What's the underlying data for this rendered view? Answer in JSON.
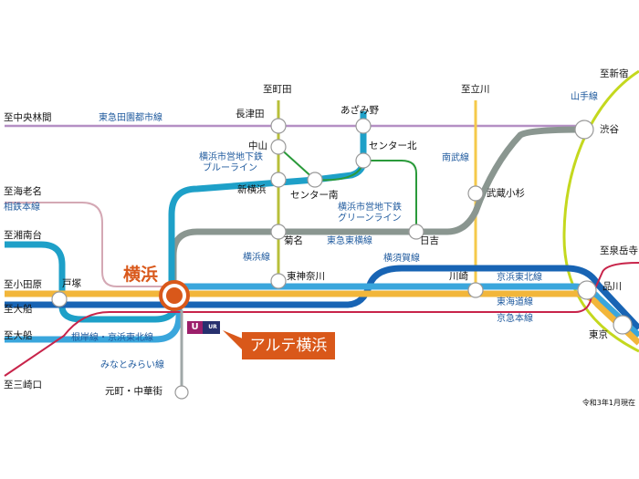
{
  "map": {
    "hub_station": "横浜",
    "destination_callout": "アルテ横浜",
    "as_of_note": "令和3年1月現在",
    "logo_mark": "U",
    "logo_text": "UR",
    "colors": {
      "hub_orange": "#d9581a",
      "keihin_tohoku_light_blue": "#3aa6dc",
      "tokaido_yellow": "#f2b63a",
      "yokosuka_dark_blue": "#1864b4",
      "blue_line": "#1ea0c8",
      "green_line": "#2a9a3a",
      "denentoshi_purple": "#b48fc4",
      "toyoko_gray": "#8a9690",
      "yokohama_line_olive": "#b8bf3a",
      "nambu_yellow": "#f5c94a",
      "yamanote_lime": "#c4d81e",
      "keikyu_red": "#c8244a",
      "sotetsu_pink": "#d4a8b4",
      "minatomirai_gray": "#a0a8a8",
      "line_label_blue": "#1f5a9e"
    },
    "terminal_labels": {
      "chuorinkan": "至中央林間",
      "machida": "至町田",
      "tachikawa": "至立川",
      "shinjuku": "至新宿",
      "ebina": "至海老名",
      "shonandai": "至湘南台",
      "odawara": "至小田原",
      "ofuna_1": "至大船",
      "ofuna_2": "至大船",
      "misakiguchi": "至三崎口",
      "sengakuji": "至泉岳寺"
    },
    "stations": {
      "nagatsuta": "長津田",
      "azamino": "あざみ野",
      "nakayama": "中山",
      "center_kita": "センター北",
      "shin_yokohama": "新横浜",
      "center_minami": "センター南",
      "musashi_kosugi": "武蔵小杉",
      "shibuya": "渋谷",
      "kikuna": "菊名",
      "hiyoshi": "日吉",
      "higashi_kanagawa": "東神奈川",
      "kawasaki": "川崎",
      "shinagawa": "品川",
      "tokyo": "東京",
      "totsuka": "戸塚",
      "motomachi_chukagai": "元町・中華街"
    },
    "line_labels": {
      "denentoshi": "東急田園都市線",
      "blue_line_1": "横浜市営地下鉄",
      "blue_line_2": "ブルーライン",
      "green_line_1": "横浜市営地下鉄",
      "green_line_2": "グリーンライン",
      "nambu": "南武線",
      "yamanote": "山手線",
      "sotetsu": "相鉄本線",
      "toyoko": "東急東横線",
      "yokohama": "横浜線",
      "yokosuka": "横須賀線",
      "keihin_tohoku": "京浜東北線",
      "tokaido": "東海道線",
      "keikyu": "京急本線",
      "negishi": "根岸線・京浜東北線",
      "minatomirai": "みなとみらい線"
    }
  }
}
